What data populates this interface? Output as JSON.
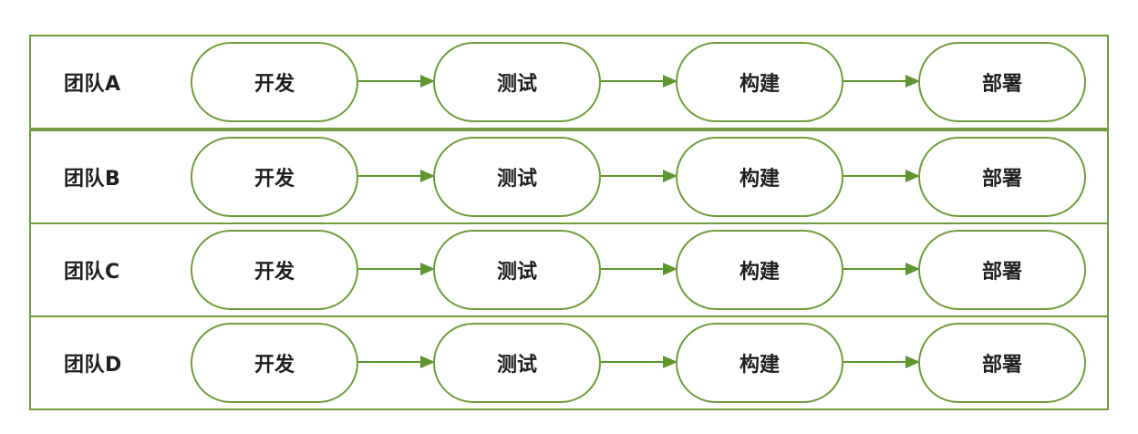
{
  "colors": {
    "accent_border": "#6f9d3b",
    "arrow": "#5e962e",
    "text": "#1f1f1f",
    "background": "#ffffff"
  },
  "lanes": [
    {
      "label": "团队A",
      "stages": [
        "开发",
        "测试",
        "构建",
        "部署"
      ]
    },
    {
      "label": "团队B",
      "stages": [
        "开发",
        "测试",
        "构建",
        "部署"
      ]
    },
    {
      "label": "团队C",
      "stages": [
        "开发",
        "测试",
        "构建",
        "部署"
      ]
    },
    {
      "label": "团队D",
      "stages": [
        "开发",
        "测试",
        "构建",
        "部署"
      ]
    }
  ]
}
